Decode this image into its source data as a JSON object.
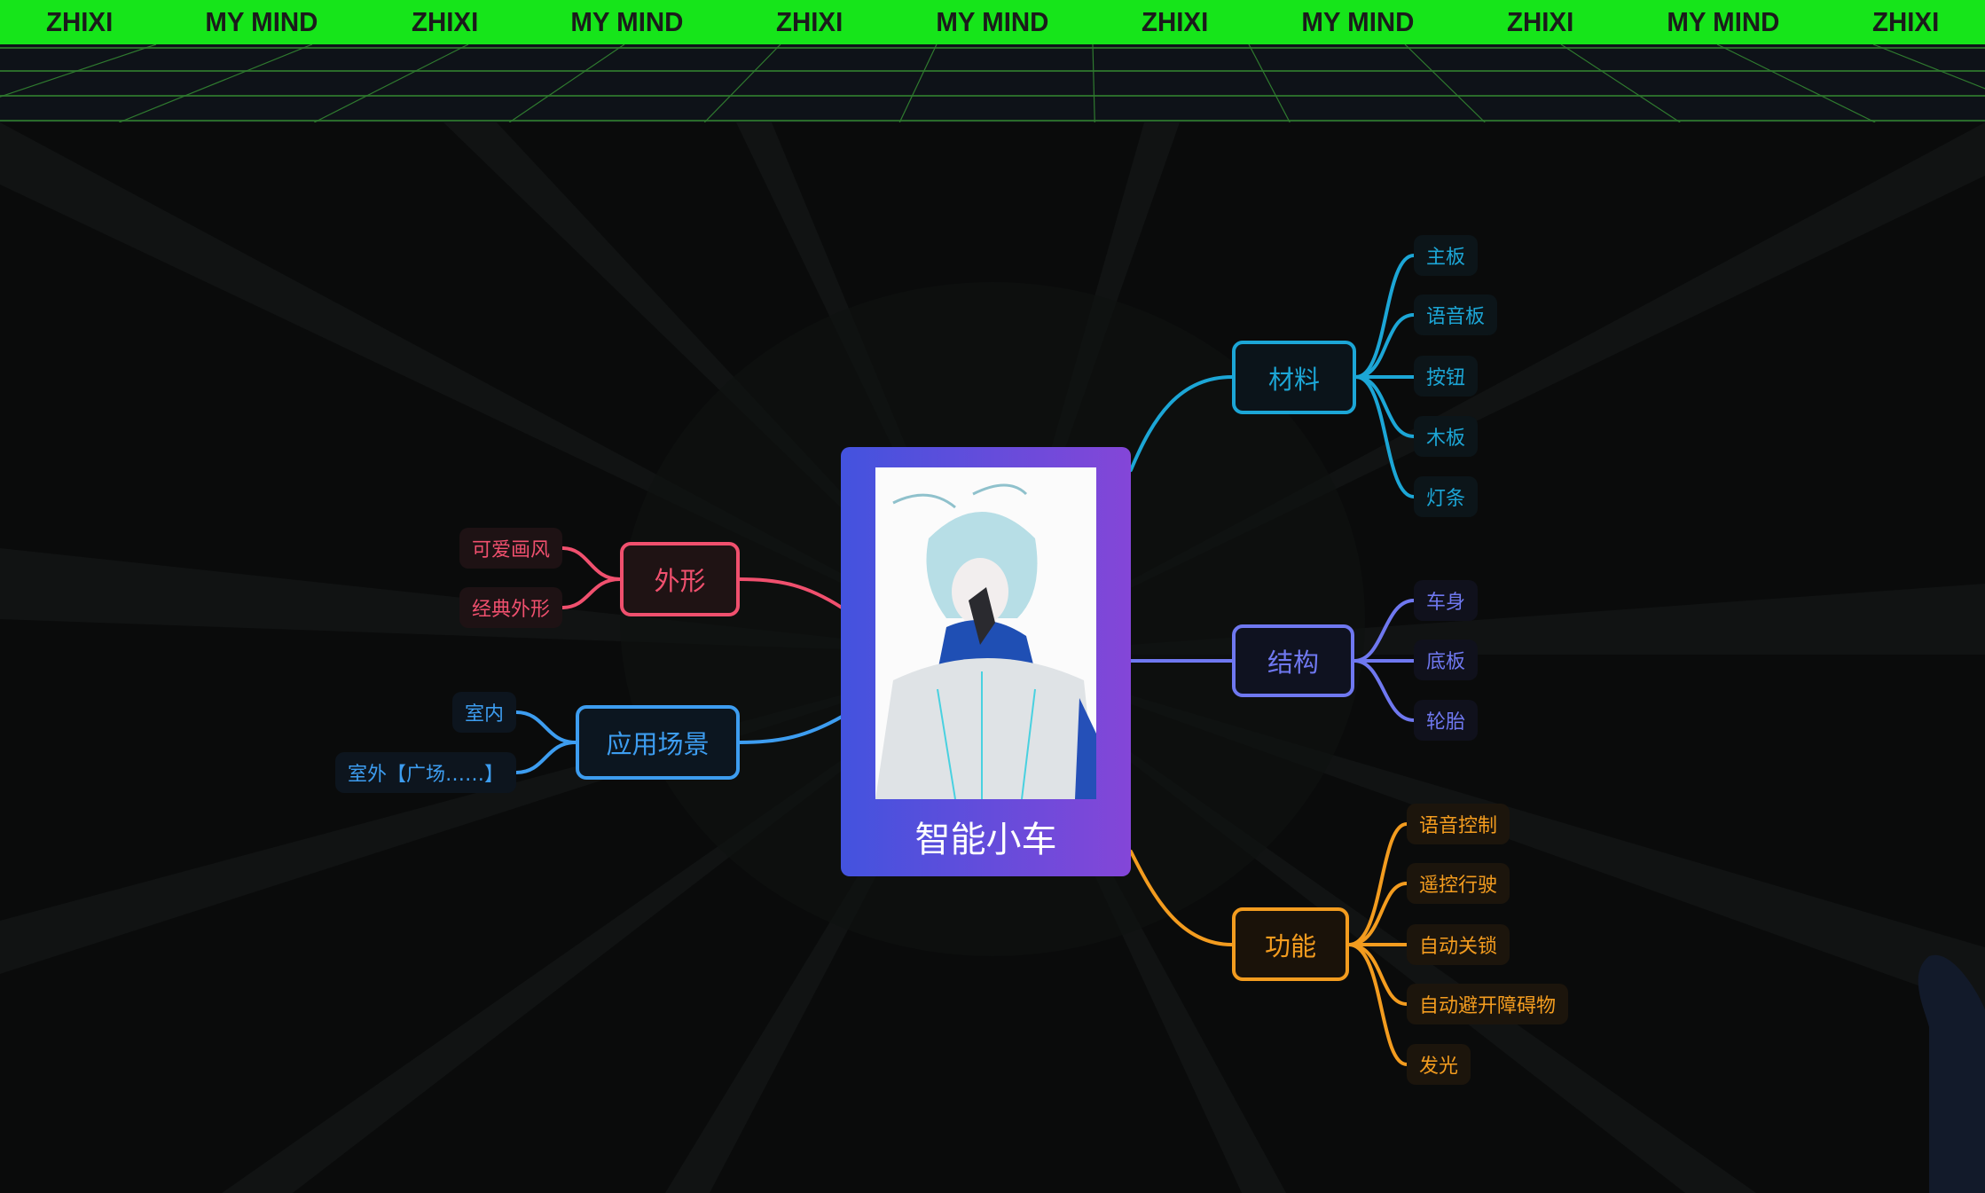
{
  "banner": {
    "items": [
      "ZHIXI",
      "MY MIND",
      "ZHIXI",
      "MY MIND",
      "ZHIXI",
      "MY MIND",
      "ZHIXI",
      "MY MIND",
      "ZHIXI",
      "MY MIND",
      "ZHIXI"
    ],
    "color": "#16e51a"
  },
  "mindmap": {
    "root": {
      "label": "智能小车",
      "image": "anime-character-illustration"
    },
    "branches": {
      "appearance": {
        "label": "外形",
        "color": "#f0506e",
        "children": [
          "可爱画风",
          "经典外形"
        ]
      },
      "scenario": {
        "label": "应用场景",
        "color": "#3d9df0",
        "children": [
          "室内",
          "室外【广场……】"
        ]
      },
      "materials": {
        "label": "材料",
        "color": "#1ca6d6",
        "children": [
          "主板",
          "语音板",
          "按钮",
          "木板",
          "灯条"
        ]
      },
      "structure": {
        "label": "结构",
        "color": "#6f78f0",
        "children": [
          "车身",
          "底板",
          "轮胎"
        ]
      },
      "functions": {
        "label": "功能",
        "color": "#f39c1f",
        "children": [
          "语音控制",
          "遥控行驶",
          "自动关锁",
          "自动避开障碍物",
          "发光"
        ]
      }
    }
  }
}
